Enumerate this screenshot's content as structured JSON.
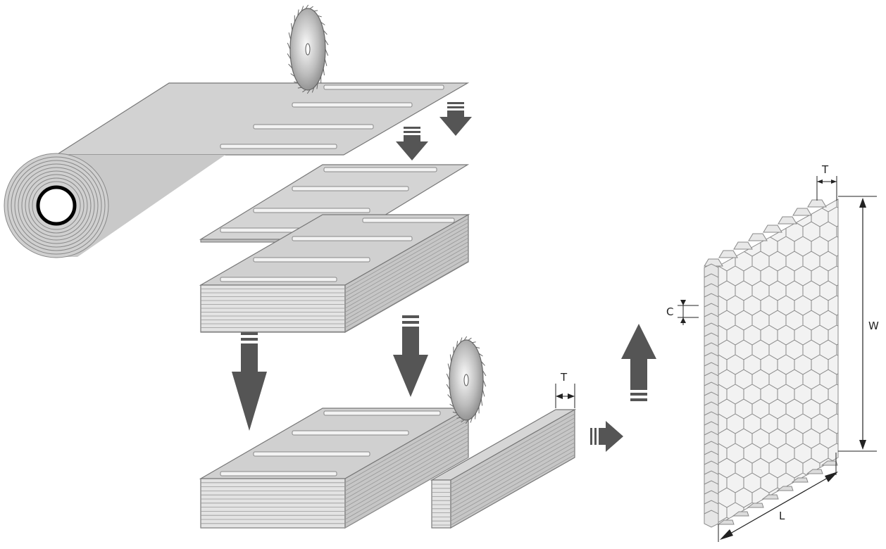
{
  "labels": {
    "thickness_strip": "T",
    "thickness_block": "T",
    "cell_size": "C",
    "width": "W",
    "length": "L"
  },
  "colors": {
    "sheet_top": "#d4d4d4",
    "sheet_front": "#e6e6e6",
    "sheet_side": "#c4c4c4",
    "outline": "#777777",
    "slot": "#f4f4f4",
    "arrow": "#555555",
    "dimension": "#222222"
  }
}
